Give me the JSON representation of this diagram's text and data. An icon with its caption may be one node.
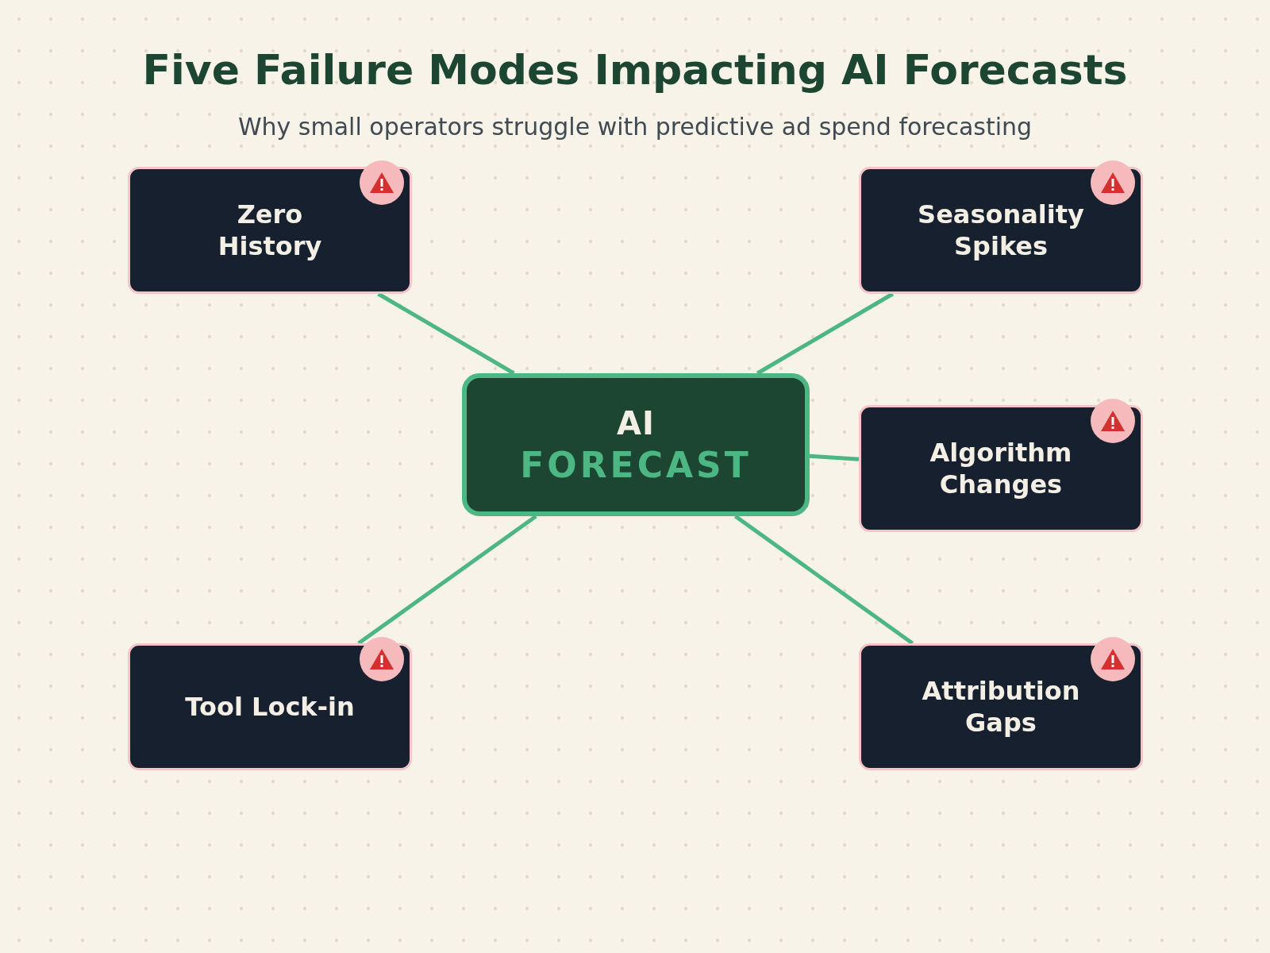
{
  "diagram": {
    "title": "Five Failure Modes Impacting AI Forecasts",
    "caption": "Why small operators struggle with predictive ad spend forecasting",
    "nodes": [
      {
        "text": [
          "Zero History"
        ]
      },
      {
        "text": [
          "Seasonality Spikes"
        ]
      },
      {
        "text": [
          "AI",
          "FORECAST"
        ]
      },
      {
        "text": [
          "Algorithm Changes"
        ]
      },
      {
        "text": [
          "Tool Lock-in"
        ]
      },
      {
        "text": [
          "Attribution Gaps"
        ]
      }
    ],
    "edges": [
      {
        "from": 2,
        "to": 0,
        "arrow": "none"
      },
      {
        "from": 2,
        "to": 1,
        "arrow": "none"
      },
      {
        "from": 2,
        "to": 3,
        "arrow": "none"
      },
      {
        "from": 2,
        "to": 4,
        "arrow": "none"
      },
      {
        "from": 2,
        "to": 5,
        "arrow": "none"
      }
    ]
  }
}
